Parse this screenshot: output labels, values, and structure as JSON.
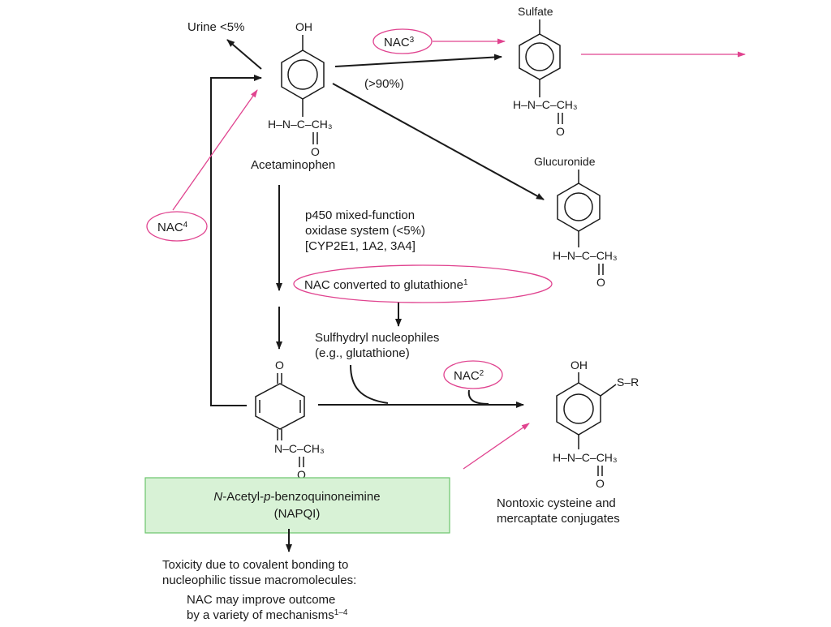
{
  "molecules": {
    "acetaminophen": {
      "top": "OH",
      "bottom_chain": "H–N–C–CH₃",
      "carbonyl": "O",
      "name": "Acetaminophen"
    },
    "sulfate": {
      "top": "Sulfate",
      "bottom_chain": "H–N–C–CH₃",
      "carbonyl": "O"
    },
    "glucuronide": {
      "top": "Glucuronide",
      "bottom_chain": "H–N–C–CH₃",
      "carbonyl": "O"
    },
    "napqi": {
      "top": "O",
      "bottom_chain": "N–C–CH₃",
      "carbonyl": "O",
      "name_prefix": "N",
      "name_mid": "-Acetyl-",
      "name_p": "p",
      "name_suffix": "-benzoquinoneimine",
      "name_abbrev": "(NAPQI)"
    },
    "conjugate": {
      "top": "OH",
      "side": "S–R",
      "bottom_chain": "H–N–C–CH₃",
      "carbonyl": "O",
      "name_line1": "Nontoxic cysteine and",
      "name_line2": "mercaptate conjugates"
    }
  },
  "labels": {
    "urine": "Urine <5%",
    "percent90": "(>90%)",
    "p450_line1": "p450 mixed-function",
    "p450_line2": "oxidase system (<5%)",
    "p450_line3": "[CYP2E1, 1A2, 3A4]",
    "sulfhydryl_line1": "Sulfhydryl nucleophiles",
    "sulfhydryl_line2": "(e.g., glutathione)",
    "toxicity_line1": "Toxicity due to covalent bonding to",
    "toxicity_line2": "nucleophilic tissue macromolecules:",
    "toxicity_line3": "NAC may improve outcome",
    "toxicity_line4_text": "by a variety of mechanisms",
    "toxicity_line4_sup": "1–4"
  },
  "nac_notes": {
    "nac3": {
      "text": "NAC",
      "sup": "3"
    },
    "nac4": {
      "text": "NAC",
      "sup": "4"
    },
    "nac1": {
      "text": "NAC converted to glutathione",
      "sup": "1"
    },
    "nac2": {
      "text": "NAC",
      "sup": "2"
    }
  },
  "colors": {
    "annotation": "#e0438f",
    "highlight_fill": "#d8f2d6",
    "highlight_border": "#6cc46c"
  }
}
